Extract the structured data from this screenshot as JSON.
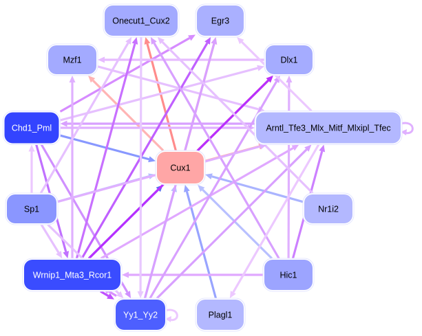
{
  "nodes": [
    {
      "id": "Onecut1_Cux2",
      "label": "Onecut1_Cux2",
      "fill": "#a3aaff",
      "text": "#000000"
    },
    {
      "id": "Egr3",
      "label": "Egr3",
      "fill": "#aab0ff",
      "text": "#000000"
    },
    {
      "id": "Mzf1",
      "label": "Mzf1",
      "fill": "#a3aaff",
      "text": "#000000"
    },
    {
      "id": "Dlx1",
      "label": "Dlx1",
      "fill": "#a5acff",
      "text": "#000000"
    },
    {
      "id": "Chd1_Pml",
      "label": "Chd1_Pml",
      "fill": "#3344ff",
      "text": "#ffffff"
    },
    {
      "id": "Arntl",
      "label": "Arntl_Tfe3_Mlx_Mitf_Mlxipl_Tfec",
      "fill": "#b3b8ff",
      "text": "#000000"
    },
    {
      "id": "Cux1",
      "label": "Cux1",
      "fill": "#ffa6a6",
      "text": "#000000"
    },
    {
      "id": "Sp1",
      "label": "Sp1",
      "fill": "#8a96ff",
      "text": "#000000"
    },
    {
      "id": "Nr1i2",
      "label": "Nr1i2",
      "fill": "#b3b8ff",
      "text": "#000000"
    },
    {
      "id": "Wrnip1",
      "label": "Wrnip1_Mta3_Rcor1",
      "fill": "#3a4cff",
      "text": "#ffffff"
    },
    {
      "id": "Hic1",
      "label": "Hic1",
      "fill": "#9ca4ff",
      "text": "#000000"
    },
    {
      "id": "Yy1_Yy2",
      "label": "Yy1_Yy2",
      "fill": "#4d5fff",
      "text": "#ffffff"
    },
    {
      "id": "Plagl1",
      "label": "Plagl1",
      "fill": "#b3b8ff",
      "text": "#000000"
    }
  ],
  "edges": [
    {
      "s": "Cux1",
      "t": "Onecut1_Cux2",
      "color": "#ff8c8c"
    },
    {
      "s": "Cux1",
      "t": "Egr3",
      "color": "#ffaaaa"
    },
    {
      "s": "Cux1",
      "t": "Mzf1",
      "color": "#ffb4b4"
    },
    {
      "s": "Cux1",
      "t": "Dlx1",
      "color": "#ff4c4c"
    },
    {
      "s": "Cux1",
      "t": "Arntl",
      "color": "#ffaaaa"
    },
    {
      "s": "Chd1_Pml",
      "t": "Cux1",
      "color": "#8898ff"
    },
    {
      "s": "Sp1",
      "t": "Cux1",
      "color": "#b8c0ff"
    },
    {
      "s": "Wrnip1",
      "t": "Cux1",
      "color": "#5a6cf0"
    },
    {
      "s": "Yy1_Yy2",
      "t": "Cux1",
      "color": "#b8c0ff"
    },
    {
      "s": "Plagl1",
      "t": "Cux1",
      "color": "#98a4ff"
    },
    {
      "s": "Hic1",
      "t": "Cux1",
      "color": "#b8c0ff"
    },
    {
      "s": "Nr1i2",
      "t": "Cux1",
      "color": "#aab4ff"
    },
    {
      "s": "Chd1_Pml",
      "t": "Egr3",
      "color": "#d68cff"
    },
    {
      "s": "Chd1_Pml",
      "t": "Dlx1",
      "color": "#e6c0ff"
    },
    {
      "s": "Chd1_Pml",
      "t": "Arntl",
      "color": "#e0b0ff"
    },
    {
      "s": "Arntl",
      "t": "Chd1_Pml",
      "color": "#d8a0ff"
    },
    {
      "s": "Chd1_Pml",
      "t": "Wrnip1",
      "color": "#c070ff"
    },
    {
      "s": "Chd1_Pml",
      "t": "Yy1_Yy2",
      "color": "#d090ff"
    },
    {
      "s": "Sp1",
      "t": "Chd1_Pml",
      "color": "#ecc8ff"
    },
    {
      "s": "Dlx1",
      "t": "Mzf1",
      "color": "#e6bbff"
    },
    {
      "s": "Mzf1",
      "t": "Arntl",
      "color": "#e6c0ff"
    },
    {
      "s": "Wrnip1",
      "t": "Mzf1",
      "color": "#e0b0ff"
    },
    {
      "s": "Wrnip1",
      "t": "Dlx1",
      "color": "#b830ff"
    },
    {
      "s": "Wrnip1",
      "t": "Egr3",
      "color": "#c060ff"
    },
    {
      "s": "Wrnip1",
      "t": "Onecut1_Cux2",
      "color": "#c870ff"
    },
    {
      "s": "Wrnip1",
      "t": "Arntl",
      "color": "#e0a8ff"
    },
    {
      "s": "Hic1",
      "t": "Wrnip1",
      "color": "#e0a8ff"
    },
    {
      "s": "Wrnip1",
      "t": "Yy1_Yy2",
      "color": "#c050ff"
    },
    {
      "s": "Yy1_Yy2",
      "t": "Wrnip1",
      "color": "#d890ff"
    },
    {
      "s": "Yy1_Yy2",
      "t": "Arntl",
      "color": "#d8a0ff"
    },
    {
      "s": "Yy1_Yy2",
      "t": "Dlx1",
      "color": "#d8a0ff"
    },
    {
      "s": "Yy1_Yy2",
      "t": "Egr3",
      "color": "#d8a0ff"
    },
    {
      "s": "Hic1",
      "t": "Arntl",
      "color": "#cc80ff"
    },
    {
      "s": "Hic1",
      "t": "Onecut1_Cux2",
      "color": "#d8a0ff"
    },
    {
      "s": "Hic1",
      "t": "Dlx1",
      "color": "#e0b0ff"
    },
    {
      "s": "Nr1i2",
      "t": "Onecut1_Cux2",
      "color": "#e6c0ff"
    },
    {
      "s": "Arntl",
      "t": "Egr3",
      "color": "#ecc8ff"
    },
    {
      "s": "Arntl",
      "t": "Plagl1",
      "color": "#ecc8ff"
    },
    {
      "s": "Sp1",
      "t": "Wrnip1",
      "color": "#e6c0ff"
    },
    {
      "s": "Sp1",
      "t": "Yy1_Yy2",
      "color": "#e6c0ff"
    },
    {
      "s": "Sp1",
      "t": "Onecut1_Cux2",
      "color": "#e6c0ff"
    },
    {
      "s": "Sp1",
      "t": "Arntl",
      "color": "#e0b0ff"
    },
    {
      "s": "Onecut1_Cux2",
      "t": "Yy1_Yy2",
      "color": "#e8c8ff"
    },
    {
      "s": "Yy1_Yy2",
      "t": "Yy1_Yy2",
      "color": "#ecc8ff"
    },
    {
      "s": "Arntl",
      "t": "Arntl",
      "color": "#e0b0ff"
    }
  ]
}
